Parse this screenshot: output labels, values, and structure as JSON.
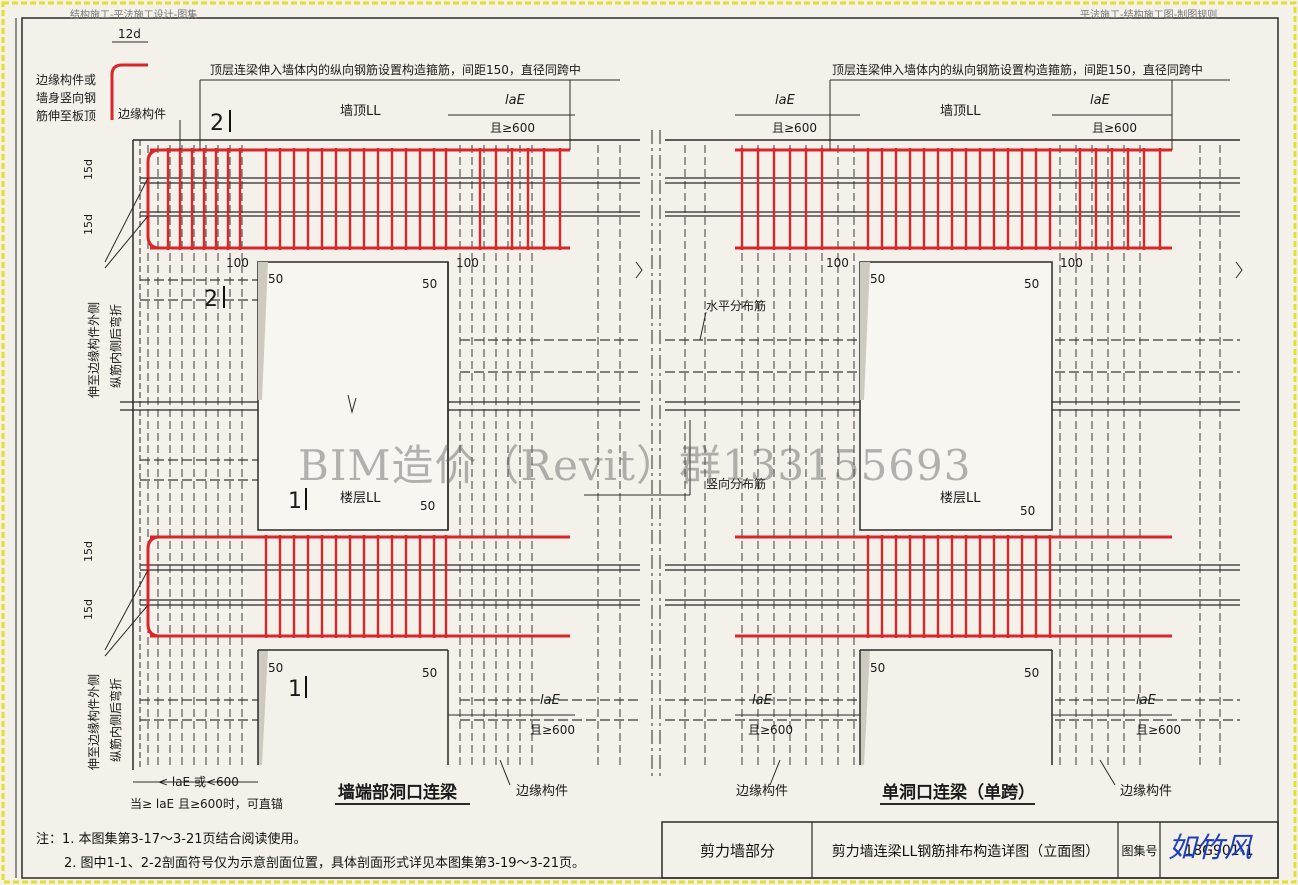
{
  "header": {
    "left": "结构施工-平法施工设计-图集",
    "right": "平法施工-结构施工图-制图规则"
  },
  "labels": {
    "dim_12d": "12d",
    "edge_note_1": "边缘构件或",
    "edge_note_2": "墙身竖向钢",
    "edge_note_3": "筋伸至板顶",
    "edge_member_top": "边缘构件",
    "top_note_left": "顶层连梁伸入墙体内的纵向钢筋设置构造箍筋，间距150，直径同跨中",
    "top_note_right": "顶层连梁伸入墙体内的纵向钢筋设置构造箍筋，间距150，直径同跨中",
    "wall_top_ll": "墙顶LL",
    "floor_ll": "楼层LL",
    "lae": "laE",
    "ge600": "且≥600",
    "d15": "15d",
    "d100": "100",
    "d50": "50",
    "sec2": "2",
    "sec1": "1",
    "horiz_rebar": "水平分布筋",
    "vert_rebar": "竖向分布筋",
    "side_bend_1": "伸至边缘构件外侧",
    "side_bend_2": "纵筋内侧后弯折",
    "lt_lae": "< laE 或<600",
    "straight_anchor": "当≥ laE 且≥600时，可直锚",
    "edge_member": "边缘构件",
    "caption_left": "墙端部洞口连梁",
    "caption_right": "单洞口连梁（单跨）"
  },
  "notes": {
    "n1": "注：1. 本图集第3-17～3-21页结合阅读使用。",
    "n2": "2. 图中1-1、2-2剖面符号仅为示意剖面位置，具体剖面形式详见本图集第3-19～3-21页。"
  },
  "title_block": {
    "category": "剪力墙部分",
    "title": "剪力墙连梁LL钢筋排布构造详图（立面图）",
    "fig_label": "图集号",
    "page": "18G901-1"
  },
  "watermark": "BIM造价（Revit）群133155693",
  "signature": "如竹风",
  "colors": {
    "rebar": "#d8262a",
    "line": "#2a2a2a",
    "paper": "#f4f1ea",
    "border_deco": "#e3df2a"
  }
}
